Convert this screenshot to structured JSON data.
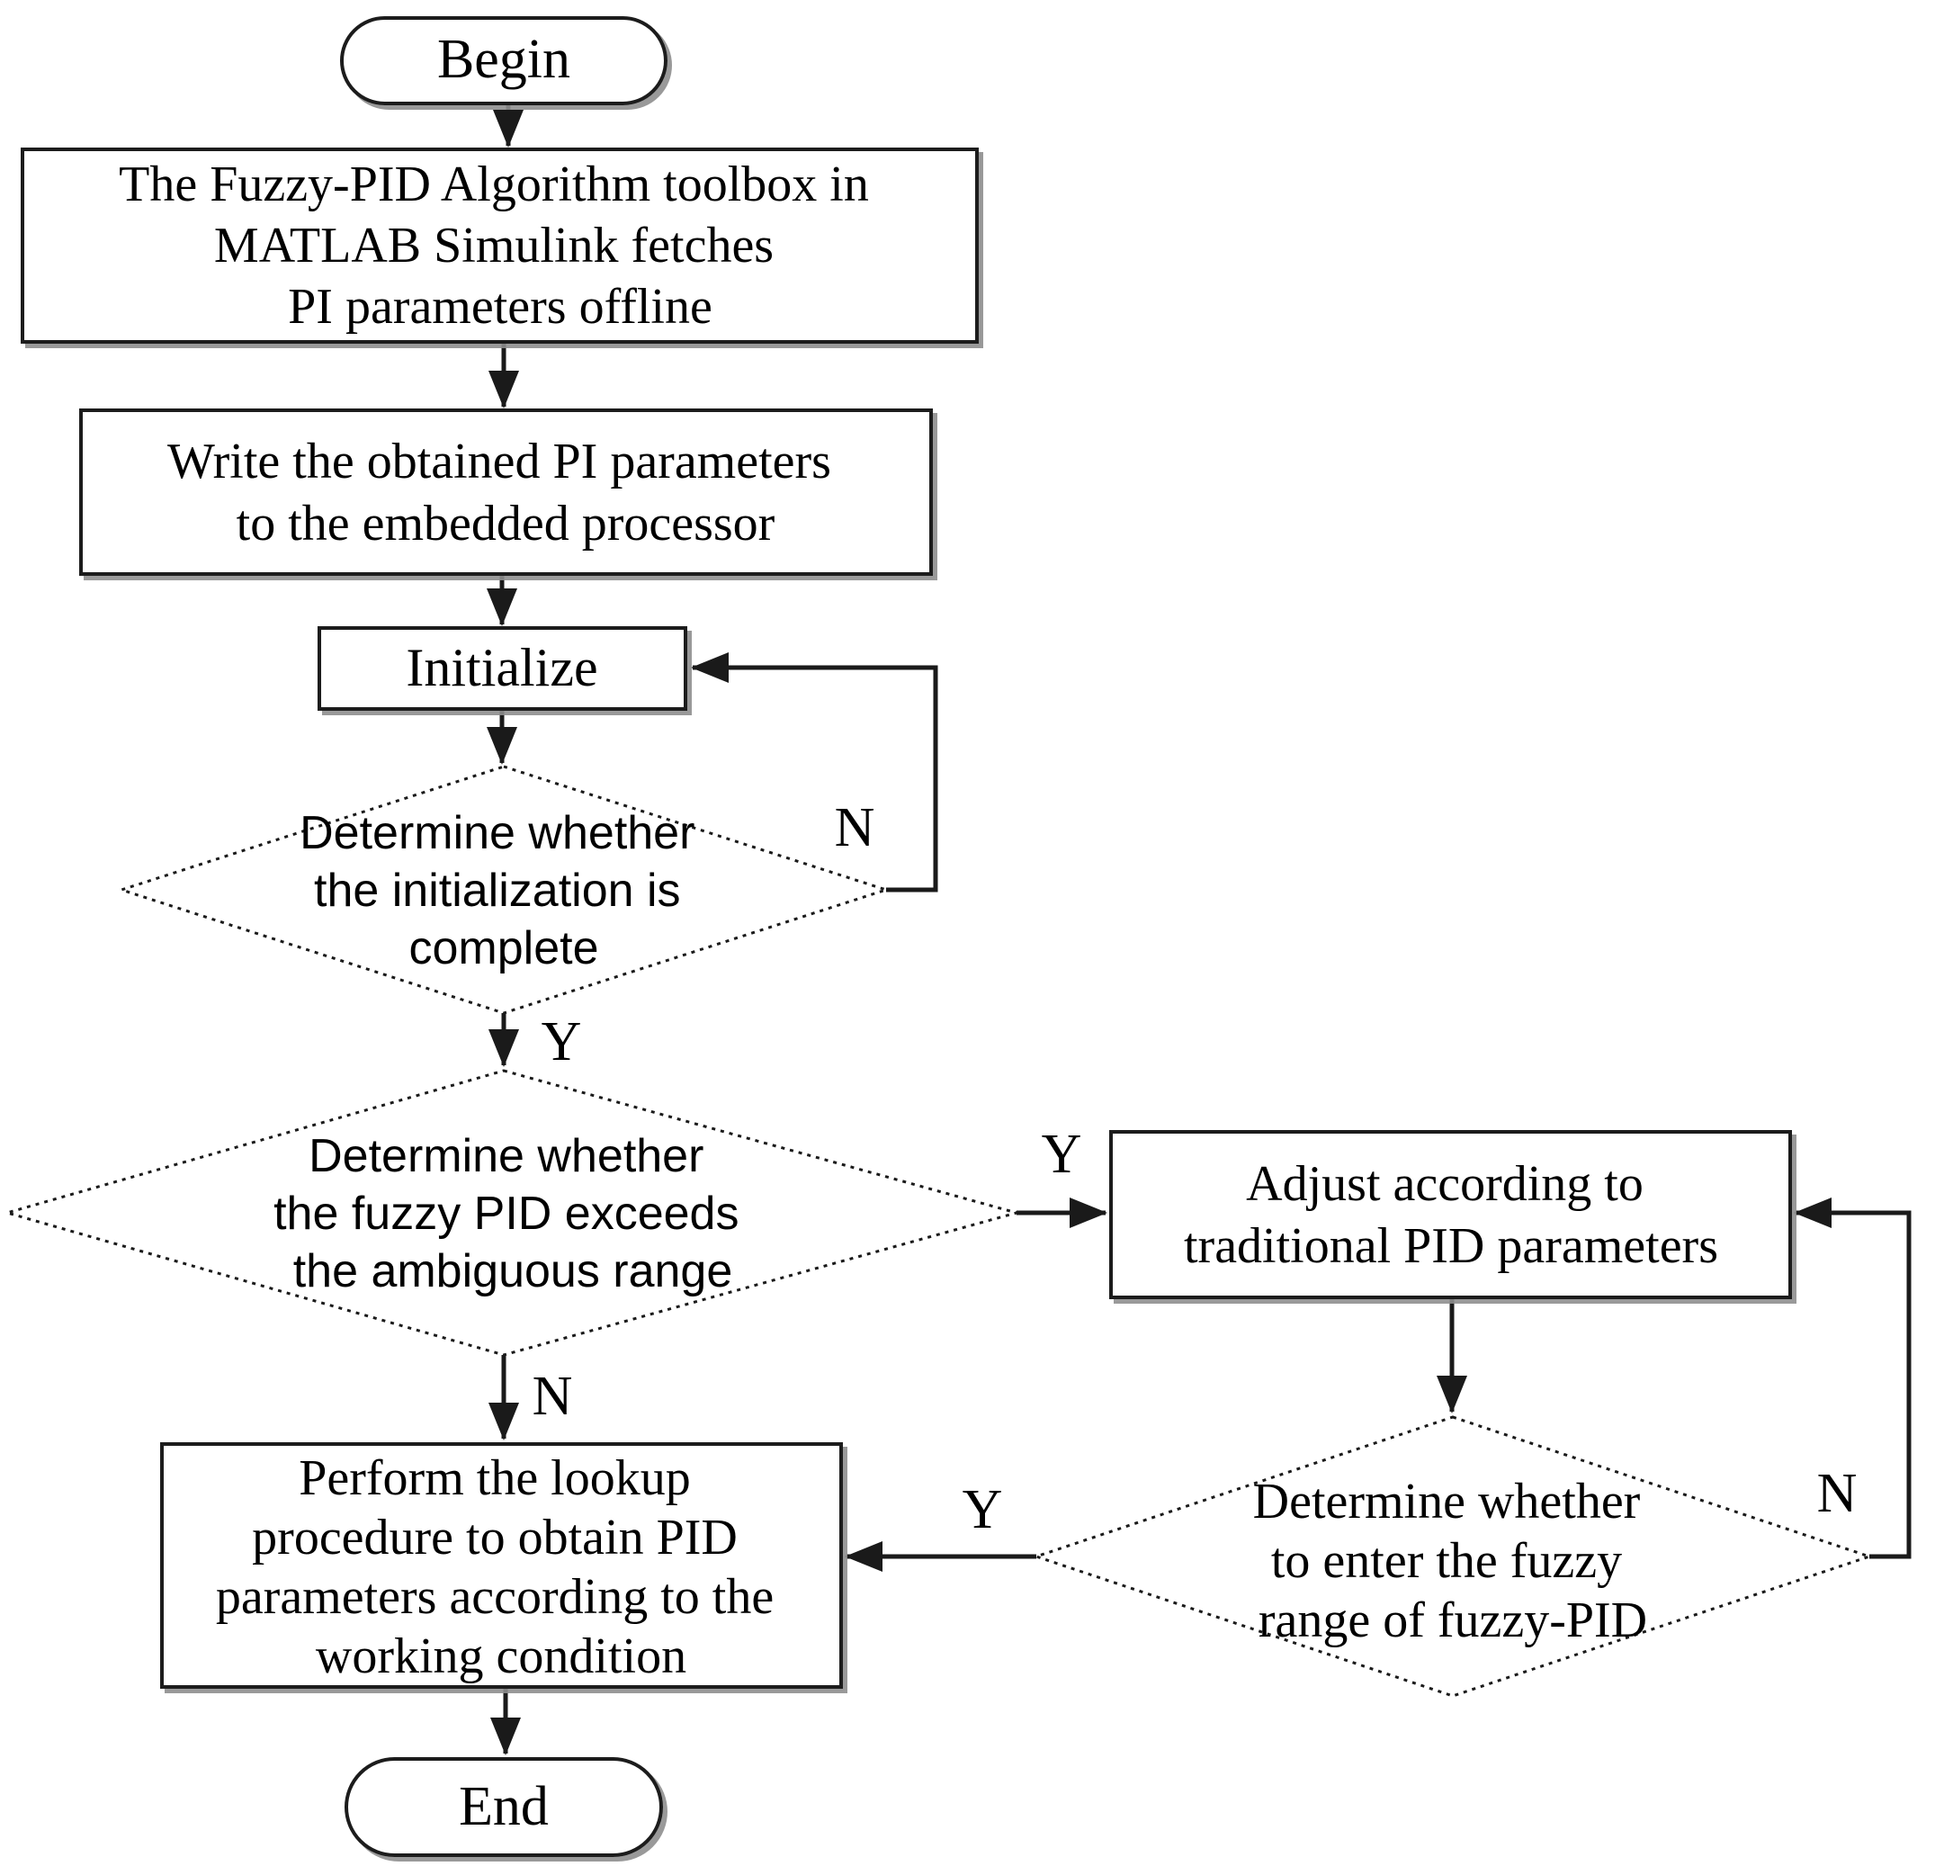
{
  "diagram": {
    "kind": "flowchart",
    "colors": {
      "line": "#1a1a1a",
      "background": "#ffffff",
      "shadow": "#8e8e8e",
      "text": "#000000"
    },
    "nodes": {
      "begin": {
        "type": "terminator",
        "label": "Begin"
      },
      "fetch": {
        "type": "process",
        "lines": [
          "The Fuzzy-PID Algorithm toolbox in",
          "MATLAB Simulink fetches",
          "PI parameters offline"
        ]
      },
      "write": {
        "type": "process",
        "lines": [
          "Write the obtained PI parameters",
          "to the embedded processor"
        ]
      },
      "initialize": {
        "type": "process",
        "label": "Initialize"
      },
      "check_init": {
        "type": "decision",
        "lines": [
          "Determine whether",
          "the initialization is",
          "complete"
        ]
      },
      "check_range": {
        "type": "decision",
        "lines": [
          "Determine whether",
          "the fuzzy PID exceeds",
          "the ambiguous range"
        ]
      },
      "adjust": {
        "type": "process",
        "lines": [
          "Adjust according to",
          "traditional PID parameters"
        ]
      },
      "check_enter": {
        "type": "decision",
        "lines": [
          "Determine whether",
          "to enter the fuzzy",
          "range of fuzzy-PID"
        ]
      },
      "lookup": {
        "type": "process",
        "lines": [
          "Perform the lookup",
          "procedure to obtain PID",
          "parameters according to the",
          "working condition"
        ]
      },
      "end": {
        "type": "terminator",
        "label": "End"
      }
    },
    "edge_labels": {
      "init_no": "N",
      "init_yes": "Y",
      "range_yes": "Y",
      "range_no": "N",
      "enter_no": "N",
      "enter_yes": "Y"
    }
  }
}
